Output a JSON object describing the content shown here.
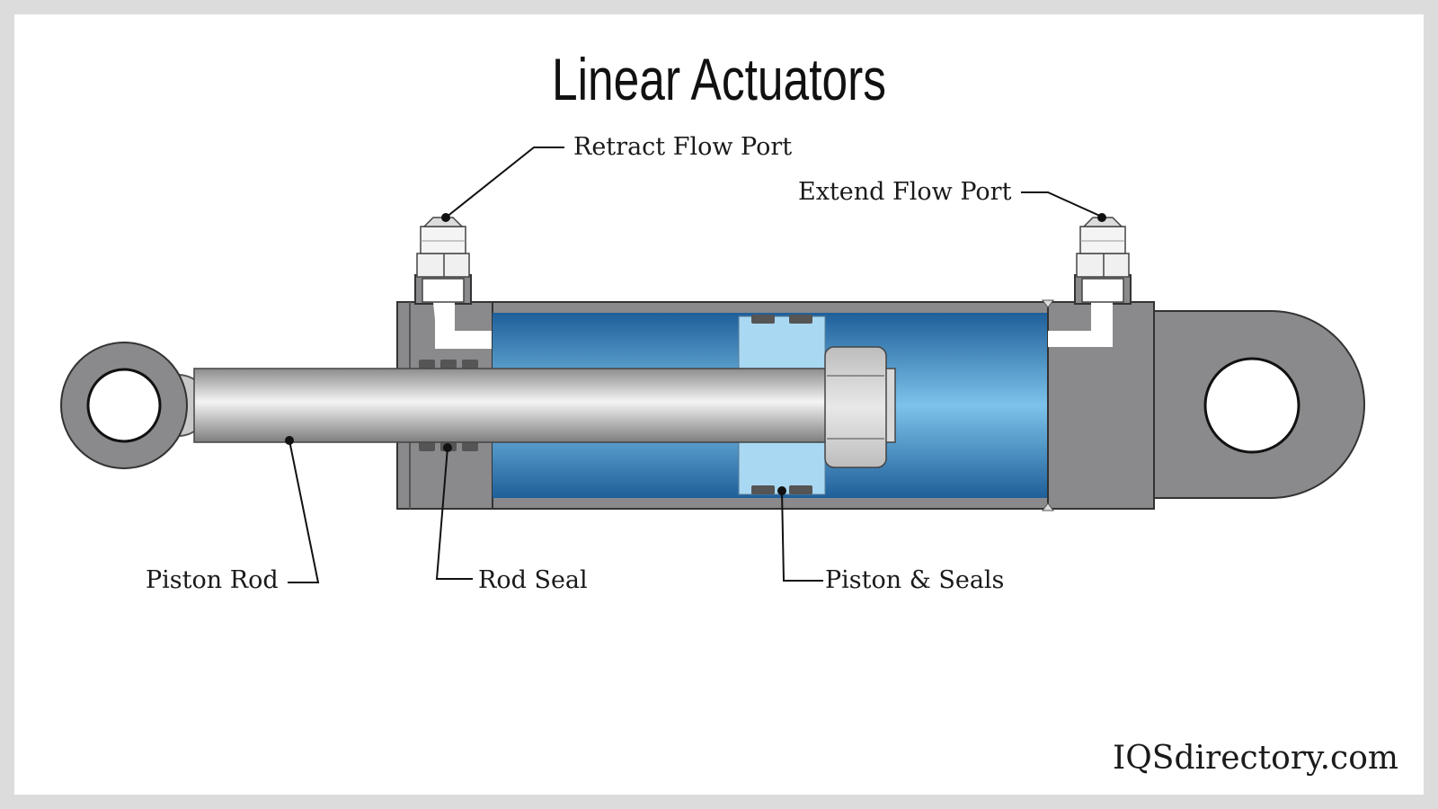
{
  "title": "Linear Actuators",
  "labels": {
    "retract_port": "Retract Flow Port",
    "extend_port": "Extend Flow Port",
    "piston_rod": "Piston Rod",
    "rod_seal": "Rod Seal",
    "piston_seals": "Piston & Seals"
  },
  "brand": "IQSdirectory.com",
  "colors": {
    "cylinder_blue": "#2f79b8",
    "piston_light": "#a9d8f2",
    "housing_gray": "#8a8a8d",
    "outline": "#333333"
  }
}
